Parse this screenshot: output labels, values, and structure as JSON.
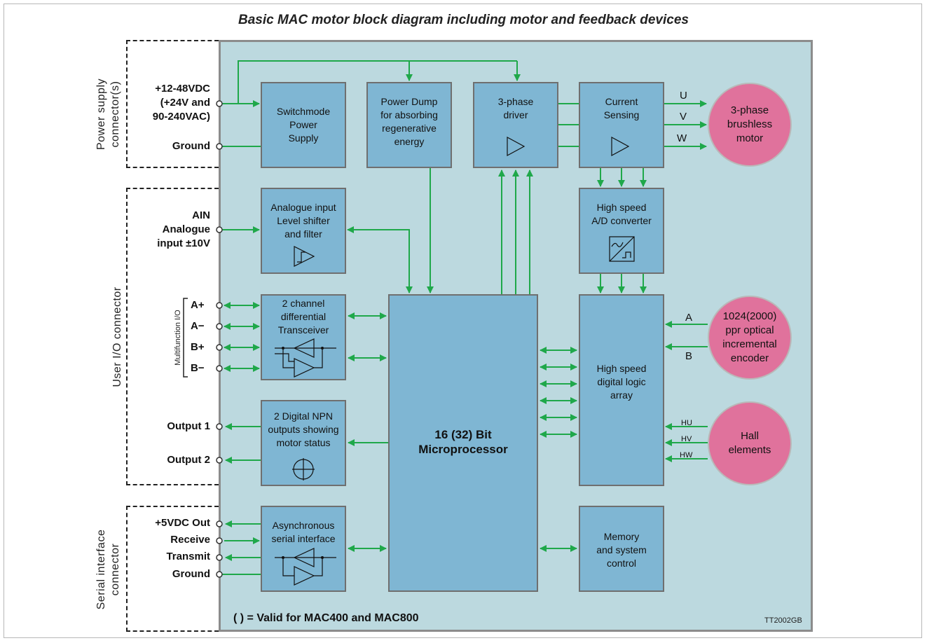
{
  "title": "Basic MAC motor block diagram including motor and feedback devices",
  "connectors": {
    "power": "Power supply connector(s)",
    "user_io": "User I/O connector",
    "serial": "Serial interface connector",
    "multifunction": "Multifunction I/O"
  },
  "terminals": {
    "vdc_line1": "+12-48VDC",
    "vdc_line2": "(+24V and",
    "vdc_line3": "90-240VAC)",
    "ground": "Ground",
    "ain_line1": "AIN",
    "ain_line2": "Analogue",
    "ain_line3": "input ±10V",
    "a_plus": "A+",
    "a_minus": "A−",
    "b_plus": "B+",
    "b_minus": "B−",
    "output1": "Output 1",
    "output2": "Output 2",
    "out5v": "+5VDC Out",
    "receive": "Receive",
    "transmit": "Transmit",
    "serial_ground": "Ground"
  },
  "blocks": {
    "psu": [
      "Switchmode",
      "Power",
      "Supply"
    ],
    "dump": [
      "Power Dump",
      "for absorbing",
      "regenerative",
      "energy"
    ],
    "driver": [
      "3-phase",
      "driver"
    ],
    "current": [
      "Current",
      "Sensing"
    ],
    "analog": [
      "Analogue input",
      "Level shifter",
      "and filter"
    ],
    "adc": [
      "High speed",
      "A/D converter"
    ],
    "transceiver": [
      "2 channel",
      "differential",
      "Transceiver"
    ],
    "mcu": [
      "16 (32) Bit",
      "Microprocessor"
    ],
    "logic": [
      "High speed",
      "digital logic",
      "array"
    ],
    "npn": [
      "2 Digital NPN",
      "outputs showing",
      "motor status"
    ],
    "serial": [
      "Asynchronous",
      "serial interface"
    ],
    "memory": [
      "Memory",
      "and system",
      "control"
    ]
  },
  "devices": {
    "motor": [
      "3-phase",
      "brushless",
      "motor"
    ],
    "encoder": [
      "1024(2000)",
      "ppr optical",
      "incremental",
      "encoder"
    ],
    "hall": [
      "Hall",
      "elements"
    ]
  },
  "signals": {
    "u": "U",
    "v": "V",
    "w": "W",
    "enc_a": "A",
    "enc_b": "B",
    "hu": "HU",
    "hv": "HV",
    "hw": "HW"
  },
  "note": "( ) = Valid for MAC400 and MAC800",
  "ref": "TT2002GB",
  "colors": {
    "board": "#bcd9df",
    "block": "#7fb6d3",
    "device": "#e0729c",
    "arrow": "#1fa84a"
  }
}
